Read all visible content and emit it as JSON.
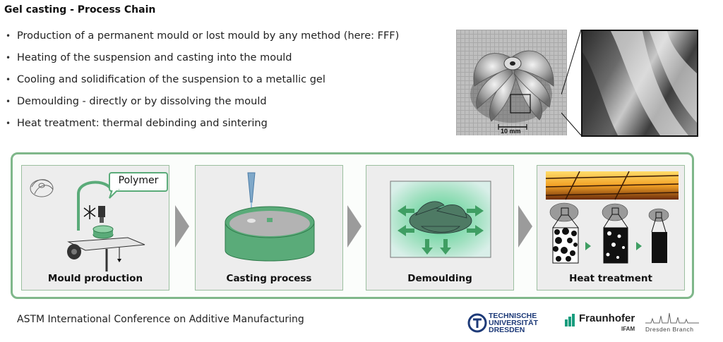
{
  "title": "Gel casting - Process Chain",
  "bullets": [
    "Production of a permanent mould or lost mould by any method (here: FFF)",
    "Heating of the suspension and casting into the mould",
    "Cooling and solidification of the suspension to a metallic gel",
    "Demoulding - directly or by dissolving the mould",
    "Heat treatment: thermal debinding and sintering"
  ],
  "photo": {
    "scale_label": "10 mm"
  },
  "process_chain": {
    "steps": [
      {
        "label": "Mould production",
        "callout": "Polymer"
      },
      {
        "label": "Casting process"
      },
      {
        "label": "Demoulding"
      },
      {
        "label": "Heat treatment"
      }
    ]
  },
  "footer": {
    "conference": "ASTM International Conference on Additive Manufacturing",
    "logo_tud_lines": [
      "TECHNISCHE",
      "UNIVERSITÄT",
      "DRESDEN"
    ],
    "logo_fraunhofer": "Fraunhofer",
    "logo_fraunhofer_sub": "IFAM",
    "branch": "Dresden Branch"
  },
  "colors": {
    "accent_green": "#5aab79",
    "frame_green": "#7fb78a",
    "tud_blue": "#1d3a78",
    "fraunhofer_green": "#179c7d"
  }
}
